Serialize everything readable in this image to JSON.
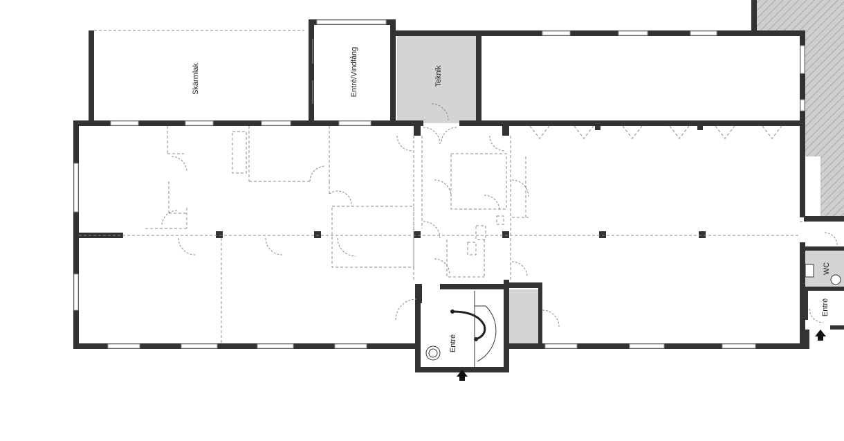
{
  "rooms": {
    "skarmlak": "Skärmlak",
    "entre_vindfang": "Entré/Vindfång",
    "teknik": "Teknik",
    "wc": "WC",
    "entre_east": "Entré",
    "entre_south": "Entré"
  },
  "colors": {
    "wall": "#333333",
    "shaded_room": "#d4d4d4",
    "hatch": "#b5b5b5",
    "dashed": "#888888",
    "background": "#ffffff"
  }
}
